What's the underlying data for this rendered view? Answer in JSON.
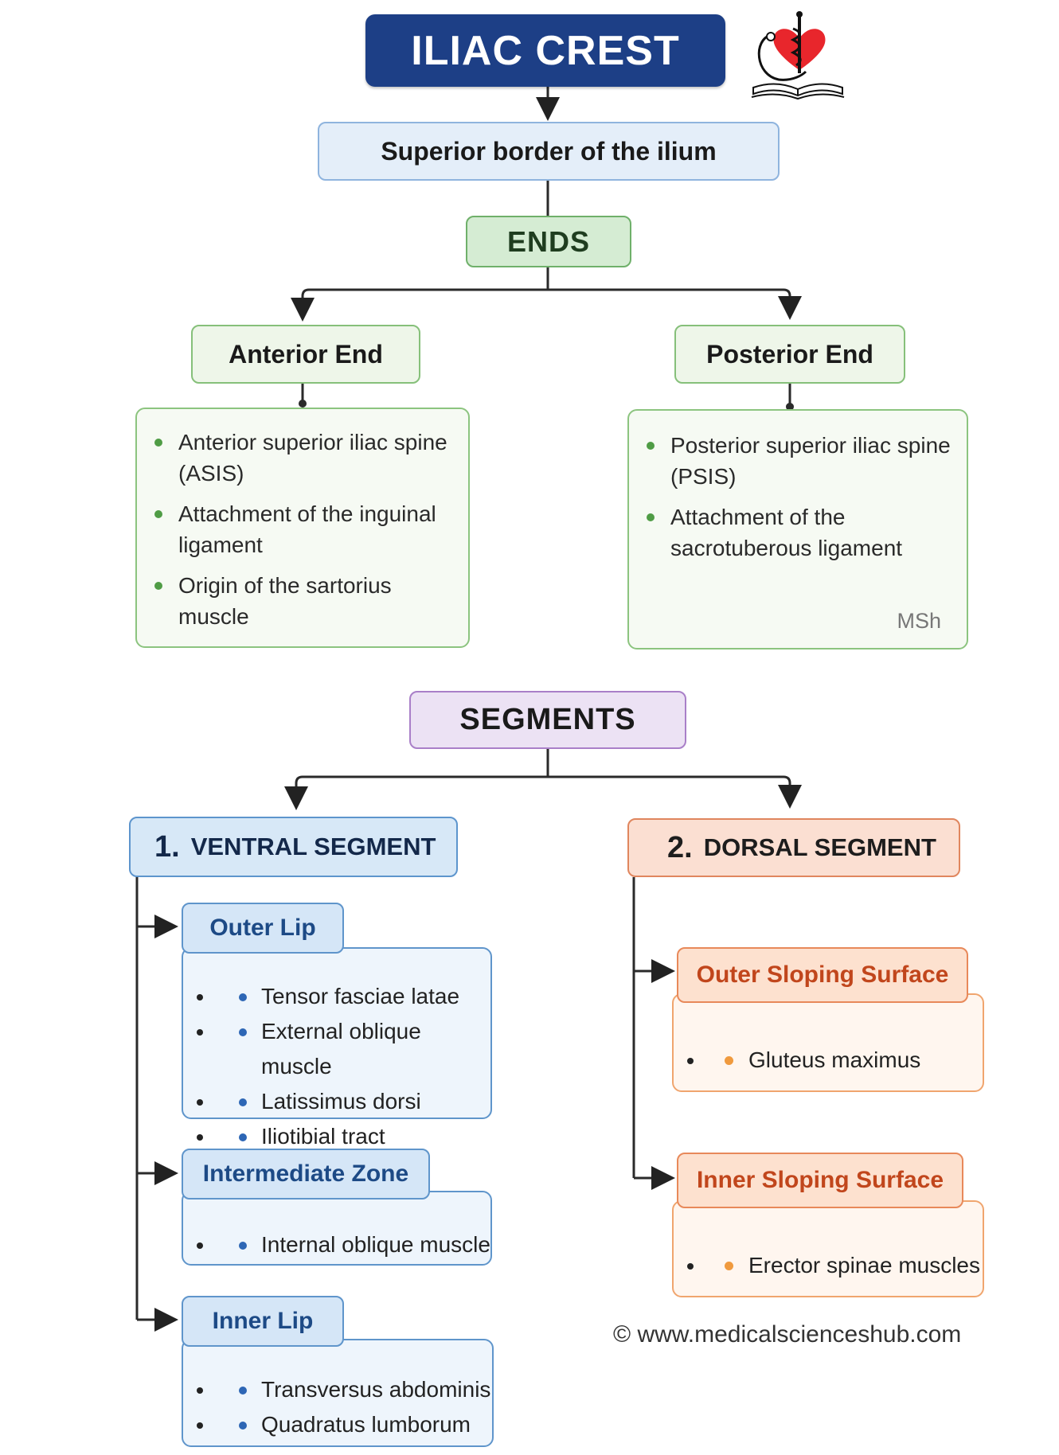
{
  "title": "ILIAC CREST",
  "subtitle": "Superior border of the ilium",
  "ends": {
    "label": "ENDS",
    "anterior": {
      "label": "Anterior End",
      "items": [
        "Anterior superior iliac spine (ASIS)",
        "Attachment of the inguinal ligament",
        "Origin of the sartorius muscle"
      ]
    },
    "posterior": {
      "label": "Posterior End",
      "items": [
        "Posterior superior iliac spine (PSIS)",
        "Attachment of the sacrotuberous ligament"
      ],
      "signature": "MSh"
    }
  },
  "segments": {
    "label": "SEGMENTS",
    "ventral": {
      "number": "1.",
      "label": "VENTRAL SEGMENT",
      "groups": [
        {
          "label": "Outer Lip",
          "items": [
            "Tensor fasciae latae",
            "External oblique muscle",
            "Latissimus dorsi",
            "Iliotibial tract"
          ]
        },
        {
          "label": "Intermediate Zone",
          "items": [
            "Internal oblique muscle"
          ]
        },
        {
          "label": "Inner Lip",
          "items": [
            "Transversus abdominis",
            "Quadratus lumborum"
          ]
        }
      ]
    },
    "dorsal": {
      "number": "2.",
      "label": "DORSAL SEGMENT",
      "groups": [
        {
          "label": "Outer Sloping Surface",
          "items": [
            "Gluteus maximus"
          ]
        },
        {
          "label": "Inner Sloping Surface",
          "items": [
            "Erector spinae muscles"
          ]
        }
      ]
    }
  },
  "copyright": "© www.medicalscienceshub.com",
  "logo_icon": "caduceus-heart-stethoscope-book-icon",
  "colors": {
    "title_bg": "#1d3f86",
    "ends_green": "#6fb06a",
    "segments_purple": "#a97fc8",
    "ventral_blue": "#5f95cb",
    "dorsal_orange": "#e8895a"
  }
}
